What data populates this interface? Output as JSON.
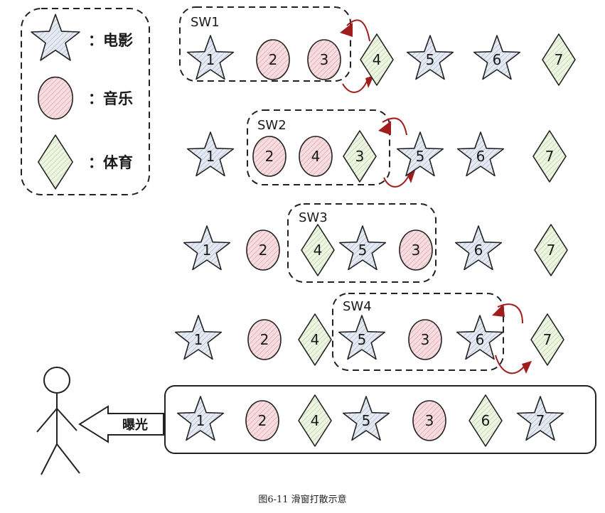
{
  "legend": [
    {
      "shape": "star",
      "label": "：电影"
    },
    {
      "shape": "circle",
      "label": "：音乐"
    },
    {
      "shape": "diamond",
      "label": "：体育"
    }
  ],
  "colors": {
    "star_fill": "#d3dbe8",
    "circle_fill": "#f2c4c8",
    "diamond_fill": "#dcebc8",
    "stroke": "#222222",
    "arrow": "#a11d1d"
  },
  "rows": [
    {
      "items": [
        {
          "shape": "star",
          "num": "1"
        },
        {
          "shape": "circle",
          "num": "2"
        },
        {
          "shape": "circle",
          "num": "3"
        },
        {
          "shape": "diamond",
          "num": "4"
        },
        {
          "shape": "star",
          "num": "5"
        },
        {
          "shape": "star",
          "num": "6"
        },
        {
          "shape": "diamond",
          "num": "7"
        }
      ]
    },
    {
      "items": [
        {
          "shape": "star",
          "num": "1"
        },
        {
          "shape": "circle",
          "num": "2"
        },
        {
          "shape": "circle",
          "num": "4"
        },
        {
          "shape": "diamond",
          "num": "3"
        },
        {
          "shape": "star",
          "num": "5"
        },
        {
          "shape": "star",
          "num": "6"
        },
        {
          "shape": "diamond",
          "num": "7"
        }
      ]
    },
    {
      "items": [
        {
          "shape": "star",
          "num": "1"
        },
        {
          "shape": "circle",
          "num": "2"
        },
        {
          "shape": "diamond",
          "num": "4"
        },
        {
          "shape": "star",
          "num": "5"
        },
        {
          "shape": "circle",
          "num": "3"
        },
        {
          "shape": "star",
          "num": "6"
        },
        {
          "shape": "diamond",
          "num": "7"
        }
      ]
    },
    {
      "items": [
        {
          "shape": "star",
          "num": "1"
        },
        {
          "shape": "circle",
          "num": "2"
        },
        {
          "shape": "diamond",
          "num": "4"
        },
        {
          "shape": "star",
          "num": "5"
        },
        {
          "shape": "circle",
          "num": "3"
        },
        {
          "shape": "star",
          "num": "6"
        },
        {
          "shape": "diamond",
          "num": "7"
        }
      ]
    }
  ],
  "windows": [
    "SW1",
    "SW2",
    "SW3",
    "SW4"
  ],
  "exposed": {
    "items": [
      {
        "shape": "star",
        "num": "1"
      },
      {
        "shape": "circle",
        "num": "2"
      },
      {
        "shape": "diamond",
        "num": "4"
      },
      {
        "shape": "star",
        "num": "5"
      },
      {
        "shape": "circle",
        "num": "3"
      },
      {
        "shape": "diamond",
        "num": "6"
      },
      {
        "shape": "star",
        "num": "7"
      }
    ]
  },
  "exposure_label": "曝光",
  "caption": "图6-11 滑窗打散示意"
}
